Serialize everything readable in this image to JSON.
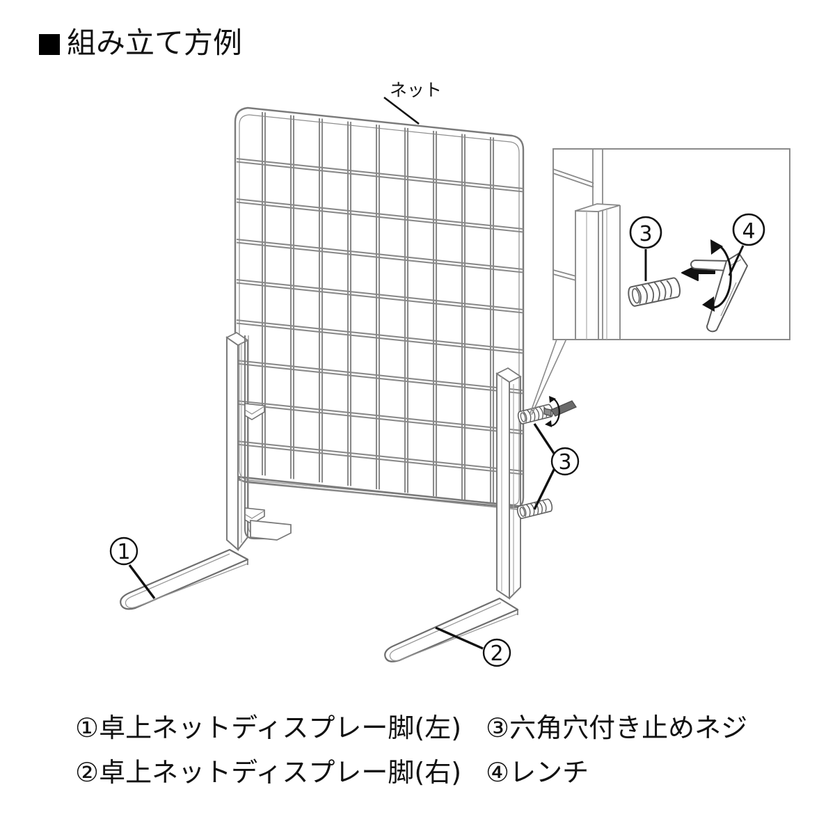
{
  "heading": {
    "bullet": "black-square",
    "text": "組み立て方例"
  },
  "diagram": {
    "net_label": "ネット",
    "callouts": {
      "left_foot": "①",
      "right_foot": "②",
      "set_screw_main": "③",
      "set_screw_inset": "③",
      "wrench_inset": "④"
    },
    "inset": {
      "title": "",
      "parts": [
        "③",
        "④"
      ]
    },
    "colors": {
      "line": "#6e6e6e",
      "line_dark": "#4a4a4a",
      "arrow": "#1a1a1a",
      "text": "#111111",
      "fill": "#ffffff",
      "shade": "#f4f4f4"
    }
  },
  "legend": {
    "rows": [
      {
        "col1": "①卓上ネットディスプレー脚(左)",
        "col2": "③六角穴付き止めネジ"
      },
      {
        "col1": "②卓上ネットディスプレー脚(右)",
        "col2": "④レンチ"
      }
    ]
  }
}
